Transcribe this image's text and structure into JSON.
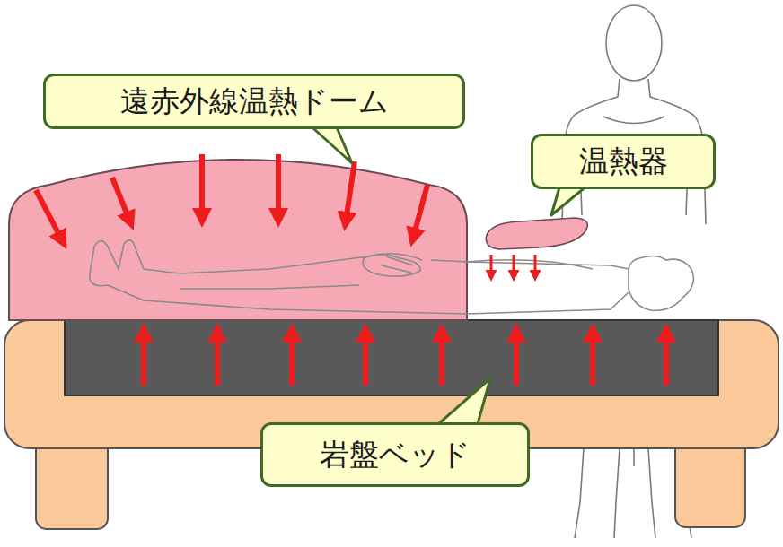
{
  "diagram": {
    "nodes": [
      {
        "text": [
          "遠赤外線温熱ドーム"
        ]
      },
      {
        "text": [
          "温熱器"
        ]
      },
      {
        "text": [
          "岩盤ベッド"
        ]
      }
    ]
  }
}
